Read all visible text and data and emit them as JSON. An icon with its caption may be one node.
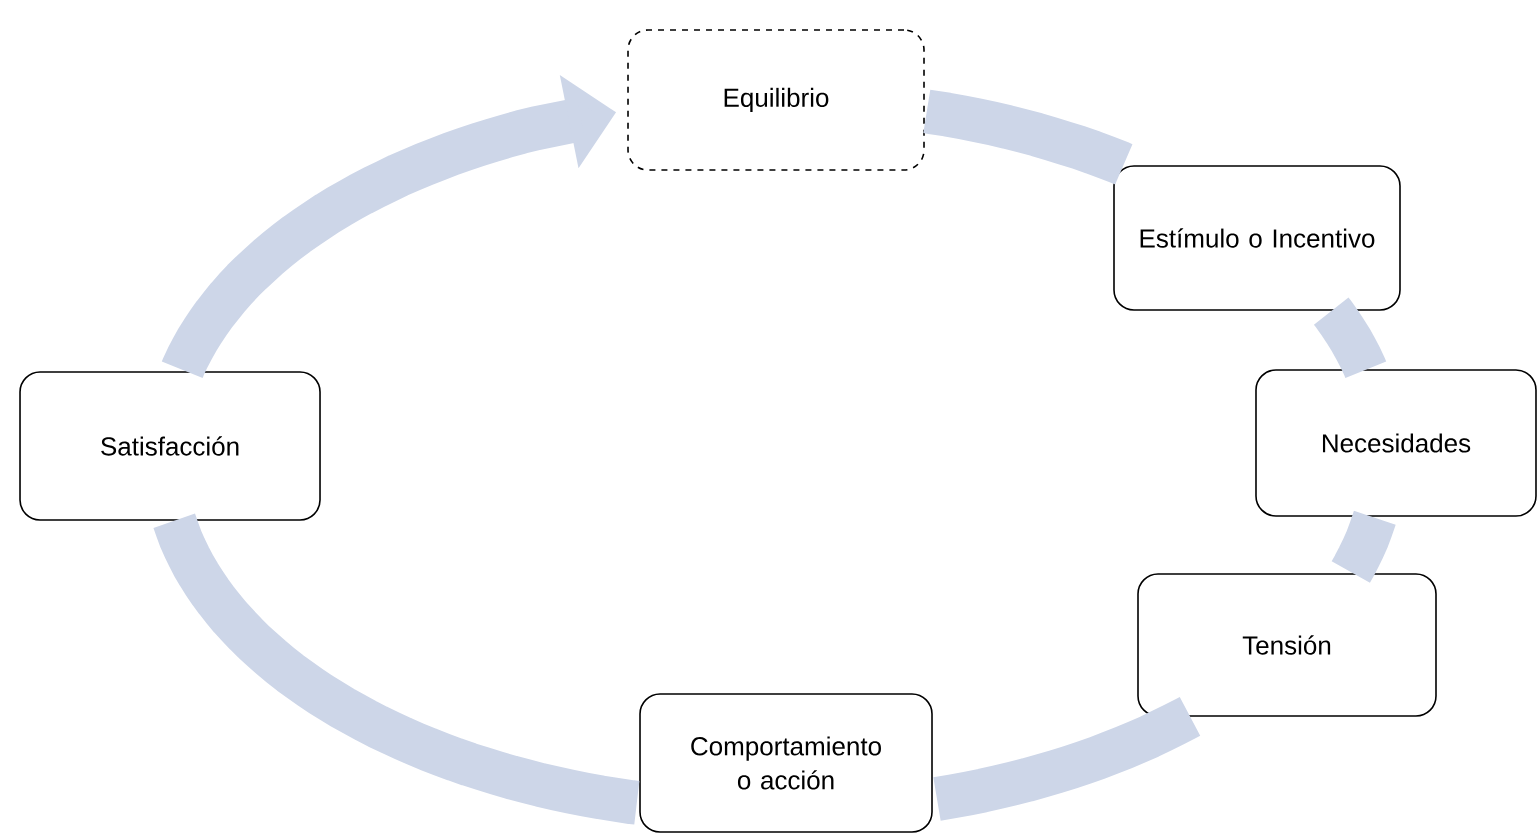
{
  "diagram": {
    "nodes": [
      {
        "text": [
          "Equilibrio"
        ]
      },
      {
        "text": [
          "Estímulo o Incentivo"
        ]
      },
      {
        "text": [
          "Necesidades"
        ]
      },
      {
        "text": [
          "Tensión"
        ]
      },
      {
        "text": [
          "Comportamiento o acción"
        ]
      },
      {
        "text": [
          "Satisfacción"
        ]
      }
    ],
    "edges": [
      {
        "from": 0,
        "to": 1,
        "arrow": "none"
      },
      {
        "from": 1,
        "to": 2,
        "arrow": "none"
      },
      {
        "from": 2,
        "to": 3,
        "arrow": "none"
      },
      {
        "from": 3,
        "to": 4,
        "arrow": "none"
      },
      {
        "from": 4,
        "to": 5,
        "arrow": "none"
      },
      {
        "from": 5,
        "to": 0,
        "arrow": "to"
      }
    ]
  }
}
